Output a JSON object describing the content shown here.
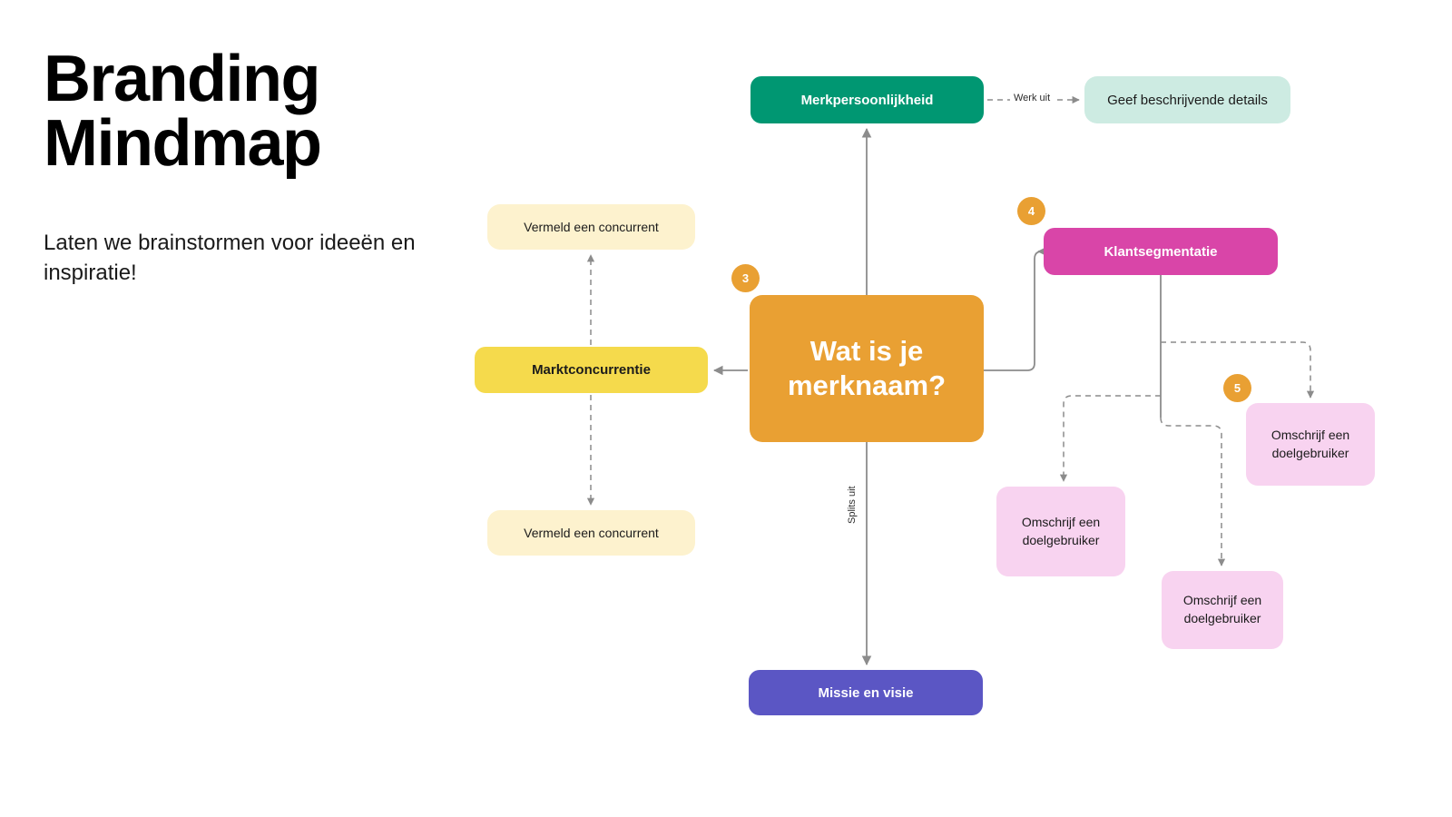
{
  "header": {
    "title": "Branding\nMindmap",
    "subtitle": "Laten we brainstormen voor ideeën en inspiratie!"
  },
  "colors": {
    "brand_personality": "#009772",
    "descriptive_details": "#cdebe2",
    "market_competition": "#f5da4c",
    "competitor_box": "#fdf2ce",
    "brand_name": "#e9a033",
    "customer_segmentation": "#d945a8",
    "target_user": "#f8d3f0",
    "mission_vision": "#5b56c4",
    "badge": "#e9a033",
    "connector": "#8c8c8c",
    "page_background": "#ffffff"
  },
  "mindmap": {
    "center": {
      "label": "Wat is je\nmerknaam?"
    },
    "nodes": {
      "brand_personality": {
        "label": "Merkpersoonlijkheid"
      },
      "descriptive_details": {
        "label": "Geef beschrijvende details"
      },
      "market_competition": {
        "label": "Marktconcurrentie"
      },
      "competitor_1": {
        "label": "Vermeld een concurrent"
      },
      "competitor_2": {
        "label": "Vermeld een concurrent"
      },
      "customer_segmentation": {
        "label": "Klantsegmentatie"
      },
      "target_user_1": {
        "label": "Omschrijf een\ndoelgebruiker"
      },
      "target_user_2": {
        "label": "Omschrijf een\ndoelgebruiker"
      },
      "target_user_3": {
        "label": "Omschrijf een\ndoelgebruiker"
      },
      "mission_vision": {
        "label": "Missie en visie"
      }
    },
    "badges": {
      "step_3": "3",
      "step_4": "4",
      "step_5": "5"
    },
    "edge_labels": {
      "werk_uit": "Werk uit",
      "splits_uit": "Splits uit"
    }
  }
}
